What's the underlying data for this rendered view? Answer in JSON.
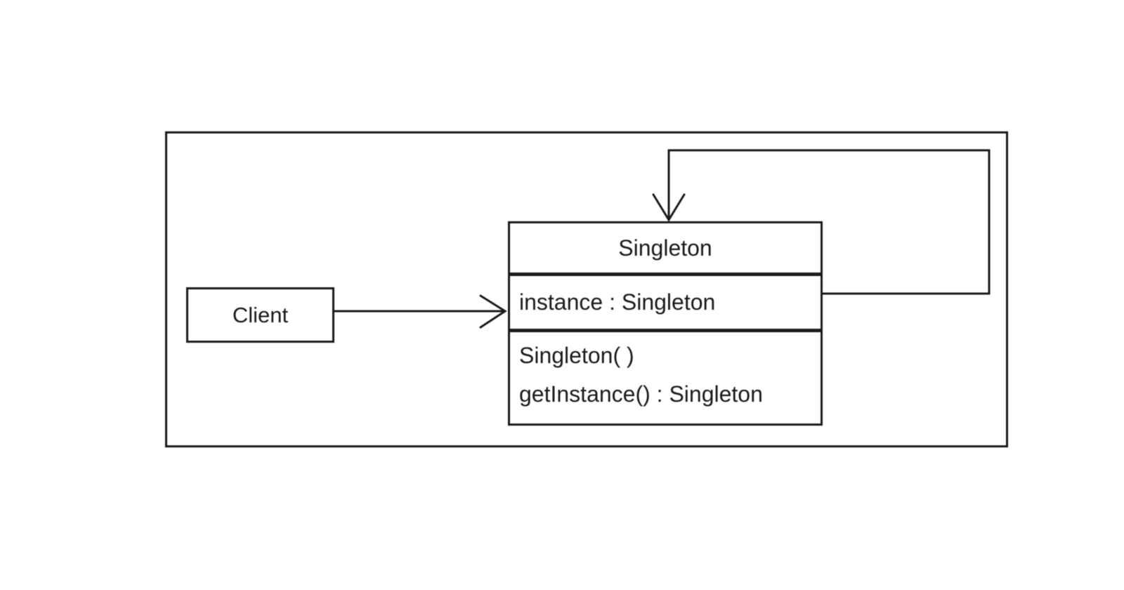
{
  "diagram": {
    "client": {
      "label": "Client"
    },
    "singleton": {
      "name": "Singleton",
      "attributes": [
        "instance : Singleton"
      ],
      "methods": [
        "Singleton( )",
        "getInstance() : Singleton"
      ]
    },
    "relations": [
      {
        "type": "directed-association",
        "from": "Client",
        "to": "Singleton"
      },
      {
        "type": "directed-association-self-loop",
        "from": "Singleton",
        "to": "Singleton"
      }
    ],
    "colors": {
      "line": "#1a1a1a",
      "background": "#ffffff"
    }
  }
}
